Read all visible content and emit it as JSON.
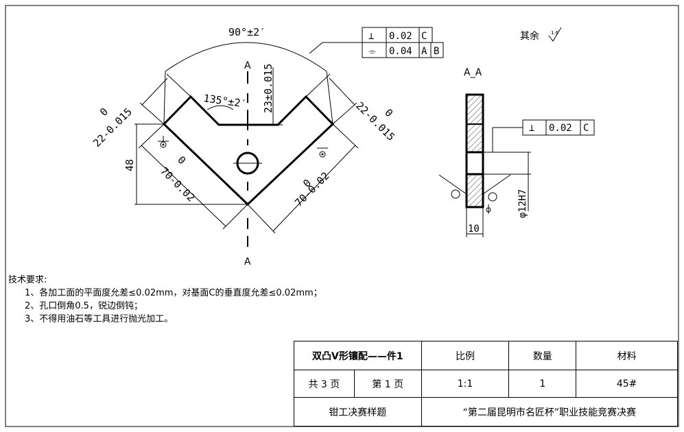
{
  "drawing": {
    "angle_top": "90°±2′",
    "angle_inner": "135°±2′",
    "dim_height_v": "23±0.015",
    "dim_left_width": "22-0.015",
    "dim_left_width_upper": "0",
    "dim_right_width": "22-0.015",
    "dim_right_width_upper": "0",
    "dim_left_length": "70-0.02",
    "dim_left_length_upper": "0",
    "dim_right_length": "70-0.02",
    "dim_right_length_upper": "0",
    "dim_48": "48",
    "section_label_top": "A",
    "section_label_bottom": "A",
    "section_view_title": "A_A",
    "roughness_note": "其余",
    "roughness_value": "1.6",
    "fcf_top": [
      {
        "symbol": "⊥",
        "value": "0.02",
        "datum": [
          "C"
        ]
      },
      {
        "symbol": "⌯",
        "value": "0.04",
        "datum": [
          "A",
          "B"
        ]
      }
    ],
    "fcf_right": {
      "symbol": "⊥",
      "value": "0.02",
      "datum": [
        "C"
      ]
    },
    "section_dim_thickness": "10",
    "section_dim_hole": "φ12H7"
  },
  "tech_requirements": {
    "title": "技术要求:",
    "items": [
      "1、各加工面的平面度允差≤0.02mm，对基面C的垂直度允差≤0.02mm；",
      "2、孔口倒角0.5，锐边倒钝；",
      "3、不得用油石等工具进行抛光加工。"
    ]
  },
  "title_block": {
    "part_name": "双凸V形镶配——件1",
    "scale_label": "比例",
    "qty_label": "数量",
    "material_label": "材料",
    "total_pages": "共 3 页",
    "page": "第 1 页",
    "scale": "1:1",
    "qty": "1",
    "material": "45#",
    "exam": "钳工决赛样题",
    "competition": "“第二届昆明市名匠杯”职业技能竞赛决赛"
  }
}
